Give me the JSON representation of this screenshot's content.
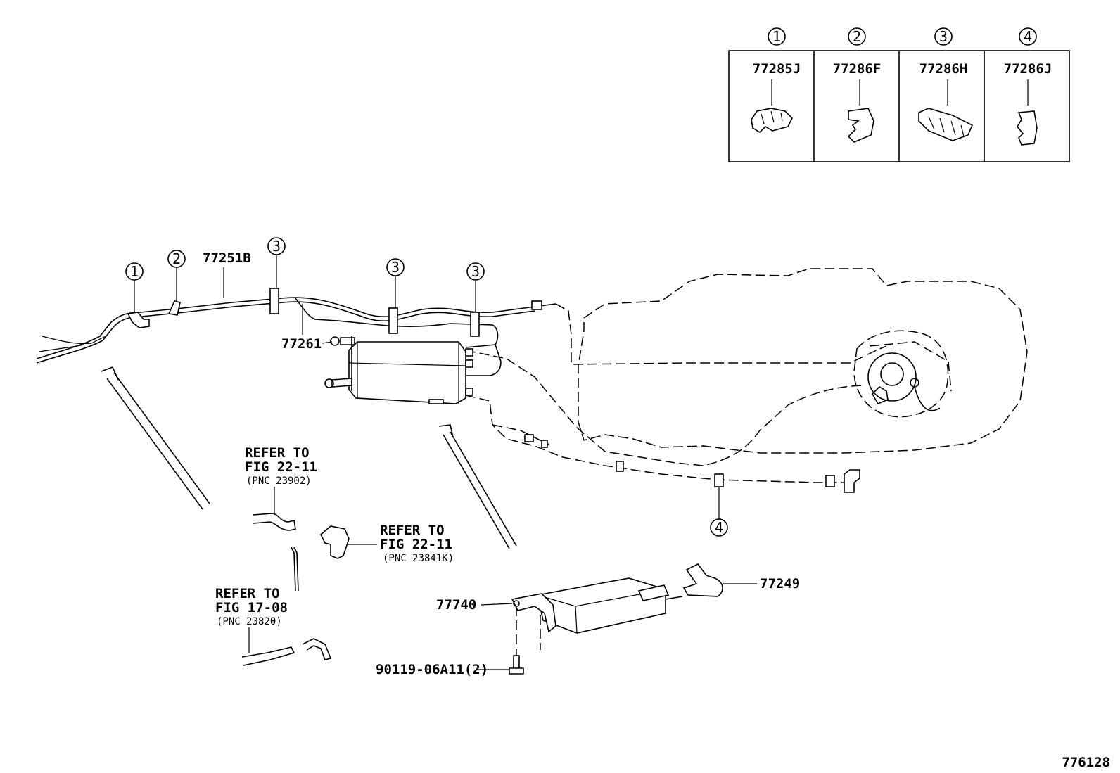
{
  "clip_table": [
    {
      "num": "1",
      "part": "77285J"
    },
    {
      "num": "2",
      "part": "77286F"
    },
    {
      "num": "3",
      "part": "77286H"
    },
    {
      "num": "4",
      "part": "77286J"
    }
  ],
  "callouts": {
    "c1": "1",
    "c2": "2",
    "c3a": "3",
    "c3b": "3",
    "c3c": "3",
    "c4": "4"
  },
  "labels": {
    "tube_assembly": "77251B",
    "canister_bracket": "77261",
    "canister": "77740",
    "hose": "77249",
    "bolt": "90119-06A11(2)",
    "diagram_id": "776128"
  },
  "refs": {
    "ref1": {
      "line1": "REFER TO",
      "line2": "FIG 22-11",
      "line3": "(PNC 23902)"
    },
    "ref2": {
      "line1": "REFER TO",
      "line2": "FIG 22-11",
      "line3": "(PNC 23841K)"
    },
    "ref3": {
      "line1": "REFER TO",
      "line2": "FIG 17-08",
      "line3": "(PNC 23820)"
    }
  }
}
